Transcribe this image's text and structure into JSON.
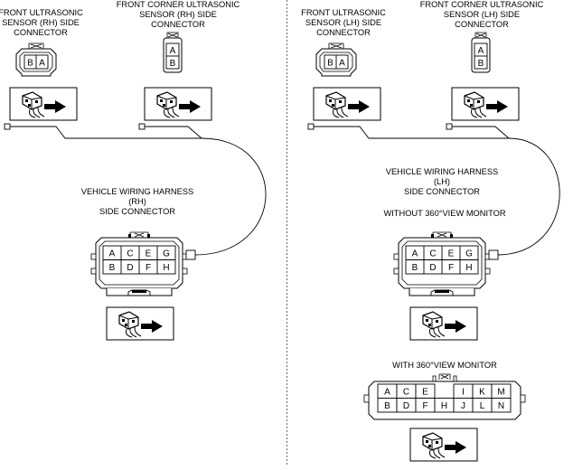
{
  "left": {
    "sensor_label": [
      "FRONT ULTRASONIC",
      "SENSOR (RH) SIDE",
      "CONNECTOR"
    ],
    "corner_label": [
      "FRONT CORNER ULTRASONIC",
      "SENSOR (RH) SIDE",
      "CONNECTOR"
    ],
    "harness_label": [
      "VEHICLE WIRING HARNESS",
      "(RH)",
      "SIDE CONNECTOR"
    ],
    "sensor_pins": [
      "B",
      "A"
    ],
    "corner_pins": [
      "A",
      "B"
    ],
    "harness_pins_top": [
      "A",
      "C",
      "E",
      "G"
    ],
    "harness_pins_bottom": [
      "B",
      "D",
      "F",
      "H"
    ]
  },
  "right": {
    "sensor_label": [
      "FRONT ULTRASONIC",
      "SENSOR (LH) SIDE",
      "CONNECTOR"
    ],
    "corner_label": [
      "FRONT CORNER ULTRASONIC",
      "SENSOR (LH) SIDE",
      "CONNECTOR"
    ],
    "harness_label": [
      "VEHICLE WIRING HARNESS",
      "(LH)",
      "SIDE CONNECTOR"
    ],
    "without_label": "WITHOUT 360°VIEW MONITOR",
    "with_label": "WITH 360°VIEW MONITOR",
    "sensor_pins": [
      "B",
      "A"
    ],
    "corner_pins": [
      "A",
      "B"
    ],
    "harness_pins_top": [
      "A",
      "C",
      "E",
      "G"
    ],
    "harness_pins_bottom": [
      "B",
      "D",
      "F",
      "H"
    ],
    "with_pins_top": [
      "A",
      "C",
      "E",
      "",
      "I",
      "K",
      "M"
    ],
    "with_pins_bottom": [
      "B",
      "D",
      "F",
      "H",
      "J",
      "L",
      "N"
    ]
  }
}
